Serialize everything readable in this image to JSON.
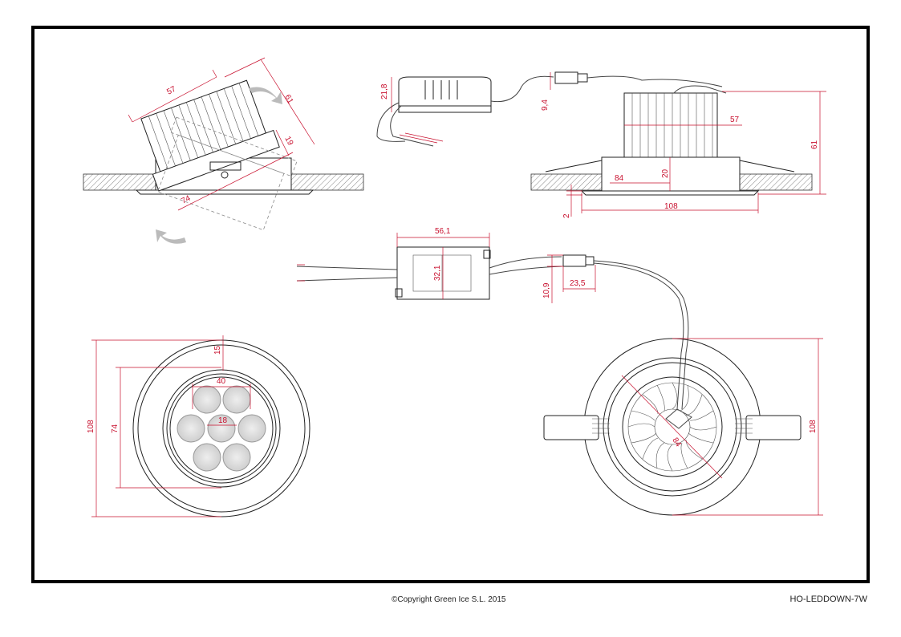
{
  "footer": {
    "copyright": "©Copyright Green Ice S.L. 2015",
    "model_code": "HO-LEDDOWN-7W"
  },
  "colors": {
    "dimension": "#c8102e",
    "outline": "#222222",
    "frame": "#000000",
    "ceiling_hatch": "#666666"
  },
  "dimensions": {
    "tilted_view": {
      "body_length": "57",
      "height": "61",
      "ring_height": "19",
      "ring_diameter": "74"
    },
    "side_view": {
      "body_width": "57",
      "height": "61",
      "cutout": "84",
      "recess_height": "20",
      "outer_diameter": "108",
      "flange_thickness": "2"
    },
    "driver_side": {
      "height": "21,8",
      "connector": "9,4"
    },
    "driver_top": {
      "length": "56,1",
      "width": "32,1",
      "connector_height": "10,9",
      "connector_length": "23,5"
    },
    "front_view": {
      "outer_diameter": "108",
      "ring_diameter": "74",
      "bezel": "15",
      "led_array": "40",
      "led_pitch": "18"
    },
    "rear_view": {
      "heatsink_diameter": "84",
      "outer_diameter": "108"
    }
  }
}
